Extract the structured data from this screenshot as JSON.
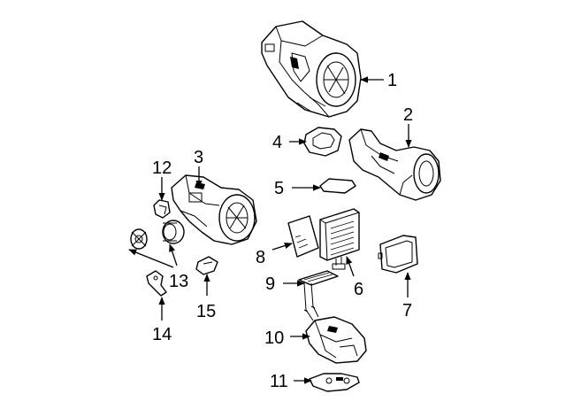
{
  "colors": {
    "background": "#ffffff",
    "ink": "#000000"
  },
  "callouts": [
    {
      "id": "1",
      "label": "1"
    },
    {
      "id": "2",
      "label": "2"
    },
    {
      "id": "3",
      "label": "3"
    },
    {
      "id": "4",
      "label": "4"
    },
    {
      "id": "5",
      "label": "5"
    },
    {
      "id": "6",
      "label": "6"
    },
    {
      "id": "7",
      "label": "7"
    },
    {
      "id": "8",
      "label": "8"
    },
    {
      "id": "9",
      "label": "9"
    },
    {
      "id": "10",
      "label": "10"
    },
    {
      "id": "11",
      "label": "11"
    },
    {
      "id": "12",
      "label": "12"
    },
    {
      "id": "13",
      "label": "13"
    },
    {
      "id": "14",
      "label": "14"
    },
    {
      "id": "15",
      "label": "15"
    }
  ],
  "parts": [
    {
      "callout": "1",
      "icon": "hvac-case-upper-icon"
    },
    {
      "callout": "2",
      "icon": "air-duct-icon"
    },
    {
      "callout": "3",
      "icon": "blower-case-icon"
    },
    {
      "callout": "4",
      "icon": "seal-ring-icon"
    },
    {
      "callout": "5",
      "icon": "insulator-pad-icon"
    },
    {
      "callout": "6",
      "icon": "evaporator-core-icon"
    },
    {
      "callout": "7",
      "icon": "heater-core-icon"
    },
    {
      "callout": "8",
      "icon": "gasket-sheet-icon"
    },
    {
      "callout": "9",
      "icon": "heater-core-pipes-icon"
    },
    {
      "callout": "10",
      "icon": "case-lower-icon"
    },
    {
      "callout": "11",
      "icon": "bracket-icon"
    },
    {
      "callout": "12",
      "icon": "actuator-small-icon"
    },
    {
      "callout": "13",
      "icon": "blower-motor-icon"
    },
    {
      "callout": "14",
      "icon": "clip-icon"
    },
    {
      "callout": "15",
      "icon": "resistor-icon"
    }
  ]
}
